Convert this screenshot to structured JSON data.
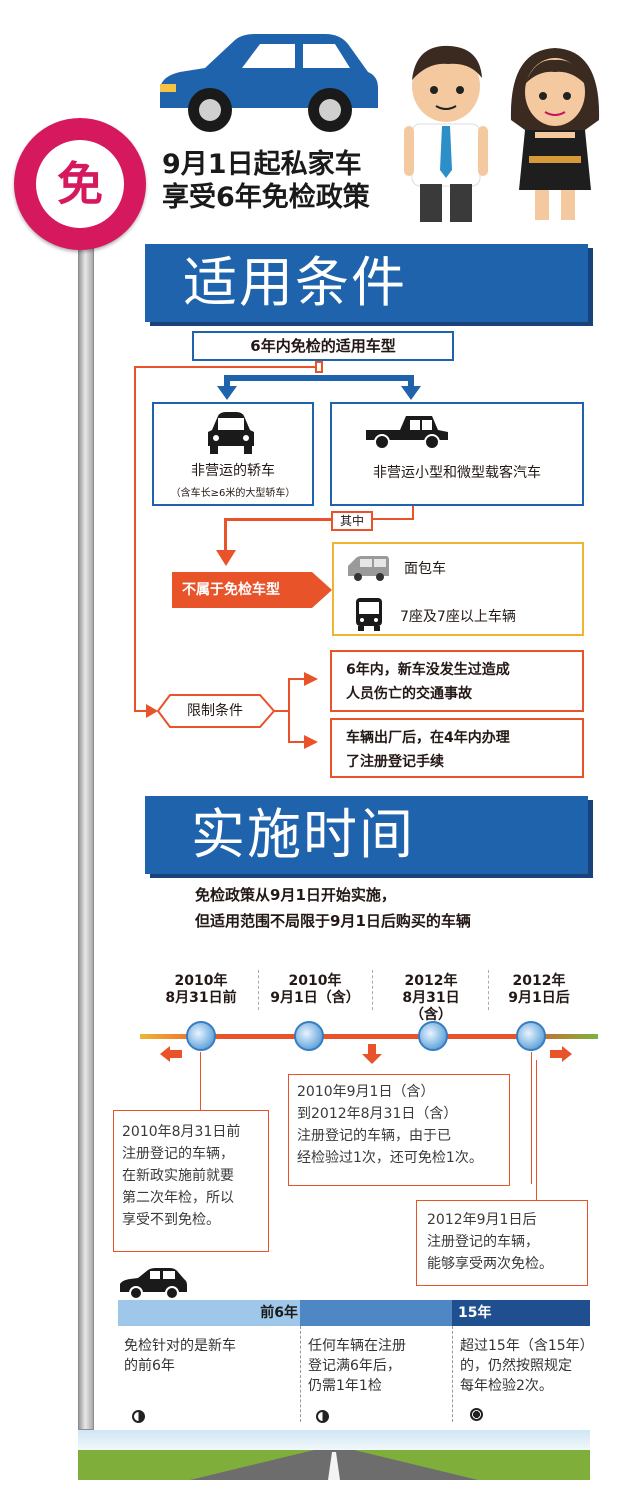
{
  "header": {
    "sign_char": "免",
    "title_line1": "9月1日起私家车",
    "title_line2": "享受6年免检政策"
  },
  "section1": {
    "banner": "适用条件",
    "types_title": "6年内免检的适用车型",
    "car_label": "非营运的轿车",
    "car_note": "（含车长≥6米的大型轿车）",
    "van_label": "非营运小型和微型载客汽车",
    "of_which": "其中",
    "excluded_label": "不属于免检车型",
    "excluded_item1": "面包车",
    "excluded_item2": "7座及7座以上车辆",
    "restrict_label": "限制条件",
    "restrict_1a": "6年内，新车没发生过造成",
    "restrict_1b": "人员伤亡的交通事故",
    "restrict_2a": "车辆出厂后，在4年内办理",
    "restrict_2b": "了注册登记手续"
  },
  "section2": {
    "banner": "实施时间",
    "sub1": "免检政策从9月1日开始实施，",
    "sub2": "但适用范围不局限于9月1日后购买的车辆",
    "timeline": [
      {
        "line1": "2010年",
        "line2": "8月31日前"
      },
      {
        "line1": "2010年",
        "line2": "9月1日（含）"
      },
      {
        "line1": "2012年",
        "line2": "8月31日（含）"
      },
      {
        "line1": "2012年",
        "line2": "9月1日后"
      }
    ],
    "note_mid": [
      "2010年9月1日（含）",
      "到2012年8月31日（含）",
      "注册登记的车辆，由于已",
      "经检验过1次，还可免检1次。"
    ],
    "note_left": [
      "2010年8月31日前",
      "注册登记的车辆，",
      "在新政实施前就要",
      "第二次年检，所以",
      "享受不到免检。"
    ],
    "note_right": [
      "2012年9月1日后",
      "注册登记的车辆，",
      "能够享受两次免检。"
    ]
  },
  "bottom": {
    "bar_first6": "前6年",
    "bar_15": "15年",
    "col1": [
      "免检针对的是新车",
      "的前6年"
    ],
    "col2": [
      "任何车辆在注册",
      "登记满6年后，",
      "仍需1年1检"
    ],
    "col3": [
      "超过15年（含15年）",
      "的，仍然按照规定",
      "每年检验2次。"
    ]
  },
  "colors": {
    "blue": "#1f63ad",
    "orange": "#e8532a",
    "magenta": "#d6195f",
    "yellow": "#f0b433"
  }
}
